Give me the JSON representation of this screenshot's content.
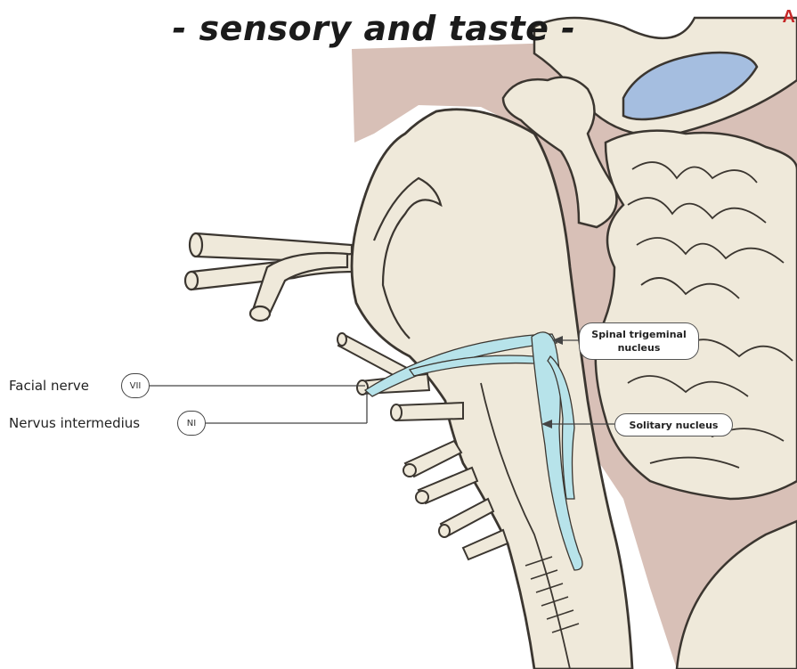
{
  "title": "- sensory and taste -",
  "corner_letter": "A",
  "labels": {
    "facial_nerve": {
      "text": "Facial nerve",
      "badge": "VII"
    },
    "nervus_intermedius": {
      "text": "Nervus intermedius",
      "badge": "NI"
    },
    "spinal_trigeminal": {
      "line1": "Spinal trigeminal",
      "line2": "nucleus"
    },
    "solitary": {
      "text": "Solitary nucleus"
    }
  },
  "colors": {
    "tissue": "#efe9da",
    "outline": "#3b3630",
    "background_tissue": "#d8c0b7",
    "nucleus": "#b7e3ea",
    "ventricle": "#a5bee0",
    "corner_letter": "#c62828"
  }
}
